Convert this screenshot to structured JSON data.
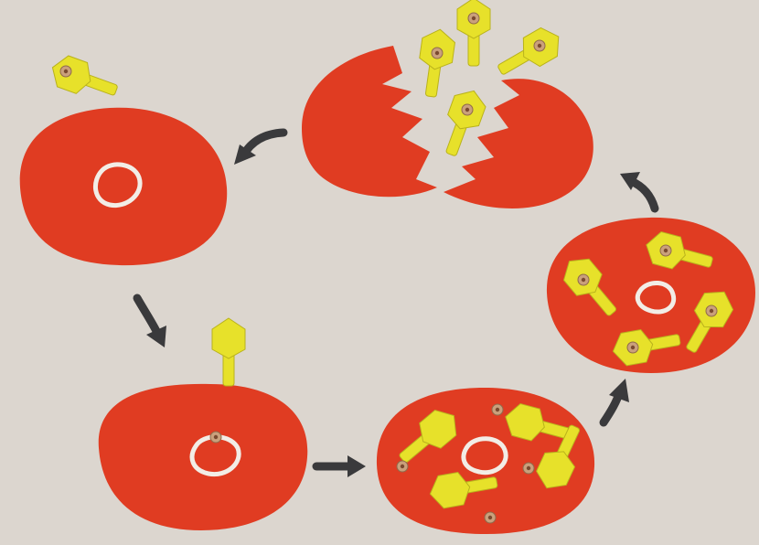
{
  "colors": {
    "board": "#dcd6cf",
    "felt_red": "#e03c22",
    "felt_red_dark": "#c93420",
    "phage_yellow": "#e7e12a",
    "phage_outline": "#b9b21c",
    "bead": "#caa07c",
    "bead_hole": "#7a4a30",
    "dna_ring": "#f2ede6",
    "arrow": "#3a3a3c"
  },
  "scene": {
    "stages": [
      {
        "id": "free-phage",
        "icon": "phage-icon"
      },
      {
        "id": "host-cell",
        "icon": "dna-ring-icon"
      },
      {
        "id": "attachment",
        "icon": "phage-icon"
      },
      {
        "id": "replication",
        "icon": "phage-icon"
      },
      {
        "id": "assembly",
        "icon": "phage-icon"
      },
      {
        "id": "lysis",
        "icon": "phage-icon"
      }
    ],
    "arrows": [
      {
        "icon": "curved-arrow-icon"
      },
      {
        "icon": "curved-arrow-icon"
      },
      {
        "icon": "curved-arrow-icon"
      },
      {
        "icon": "curved-arrow-icon"
      },
      {
        "icon": "curved-arrow-icon"
      }
    ]
  }
}
